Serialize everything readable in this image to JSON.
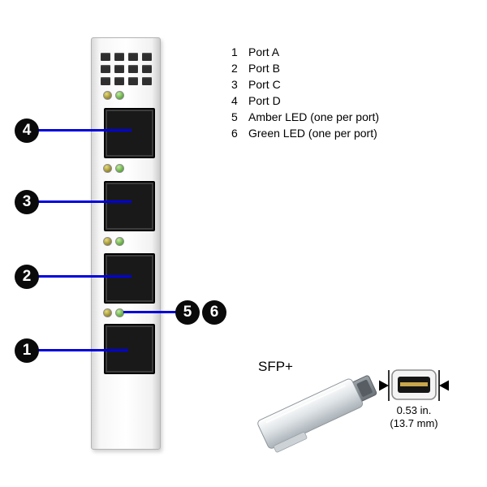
{
  "legend": {
    "items": [
      {
        "num": "1",
        "label": "Port A"
      },
      {
        "num": "2",
        "label": "Port B"
      },
      {
        "num": "3",
        "label": "Port C"
      },
      {
        "num": "4",
        "label": "Port D"
      },
      {
        "num": "5",
        "label": "Amber LED (one per port)"
      },
      {
        "num": "6",
        "label": "Green LED (one per port)"
      }
    ]
  },
  "callouts": {
    "port_a": "1",
    "port_b": "2",
    "port_c": "3",
    "port_d": "4",
    "amber_led": "5",
    "green_led": "6"
  },
  "sfp": {
    "label": "SFP+",
    "dimension_in": "0.53 in.",
    "dimension_mm": "(13.7 mm)"
  },
  "colors": {
    "callout_line": "#0000dd",
    "callout_circle": "#0a0a0a",
    "amber_led": "#8c7f24",
    "green_led": "#55a335",
    "port_opening": "#191919",
    "gold_contact": "#c9a64b"
  }
}
